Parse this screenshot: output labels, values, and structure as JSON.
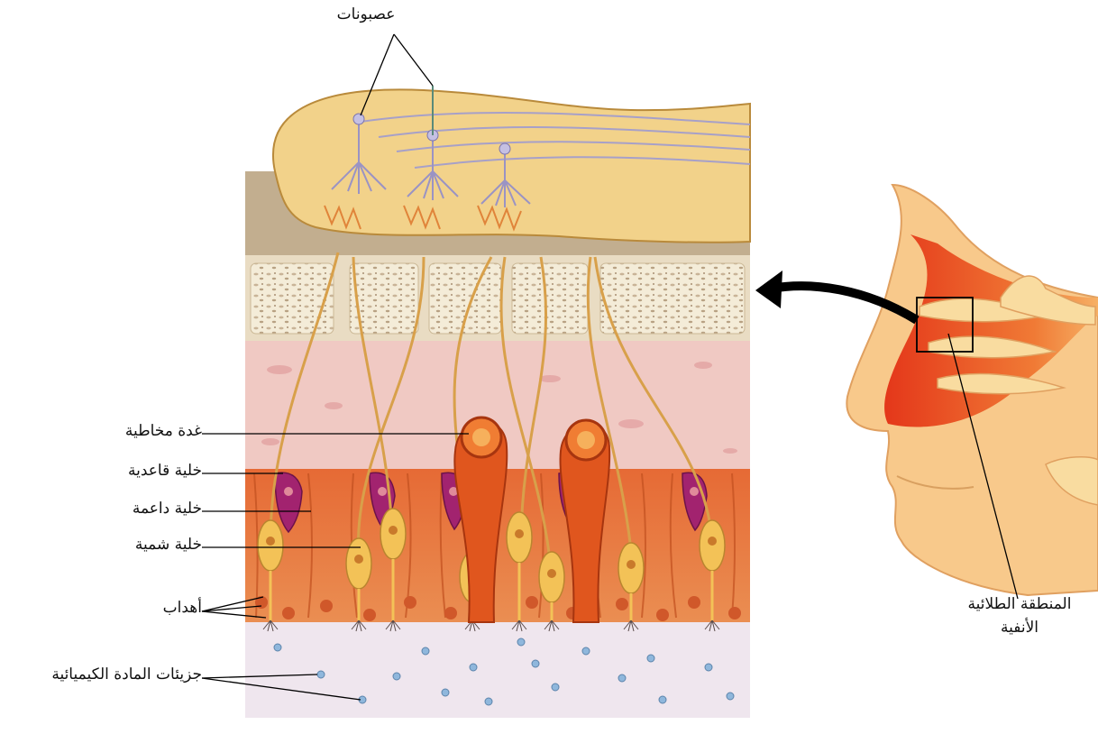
{
  "labels": {
    "neurons": "عصبونات",
    "mucous_gland": "غدة مخاطية",
    "basal_cell": "خلية قاعدية",
    "supporting_cell": "خلية داعمة",
    "olfactory_cell": "خلية شمية",
    "cilia": "أهداب",
    "chemical_molecules": "جزيئات المادة الكيميائية",
    "nasal_epithelium_line1": "المنطقة الطلائية",
    "nasal_epithelium_line2": "الأنفية"
  },
  "colors": {
    "bulb": "#f2d28a",
    "bone": "#f1e7cf",
    "connective": "#f0c8c3",
    "epithelium": "#e8773f",
    "basal": "#a2236f",
    "olfactory": "#f3c257",
    "mucus": "#ece3ea",
    "molecule": "#8fb7dc",
    "nose_tissue": "#f4b46a",
    "cavity": "#ea3e1a",
    "arrow": "#000000"
  }
}
